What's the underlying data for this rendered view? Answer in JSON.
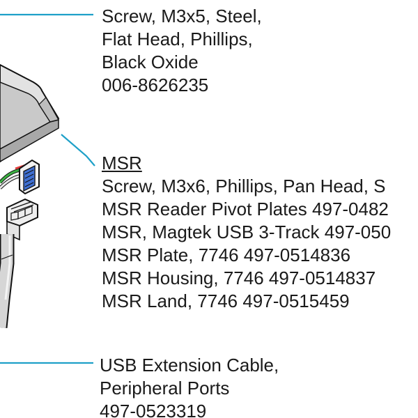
{
  "colors": {
    "leader": "#1ea0c8",
    "text": "#1a1a1a",
    "part_fill": "#d9d9d9",
    "part_outline": "#111111",
    "wire_green": "#3cb043",
    "wire_red": "#e03c3c",
    "connector_blue": "#3f6fd1"
  },
  "callouts": {
    "screw": {
      "lines": [
        "Screw, M3x5, Steel,",
        "Flat Head, Phillips,",
        "Black Oxide",
        "006-8626235"
      ]
    },
    "msr": {
      "heading": "MSR",
      "lines": [
        "Screw, M3x6, Phillips, Pan Head, S",
        "MSR Reader Pivot Plates 497-0482",
        "MSR, Magtek USB 3-Track 497-050",
        "MSR Plate, 7746 497-0514836",
        "MSR Housing, 7746 497-0514837",
        "MSR Land, 7746 497-0515459"
      ]
    },
    "usb": {
      "lines": [
        "USB Extension Cable,",
        "Peripheral Ports",
        "497-0523319"
      ]
    }
  }
}
